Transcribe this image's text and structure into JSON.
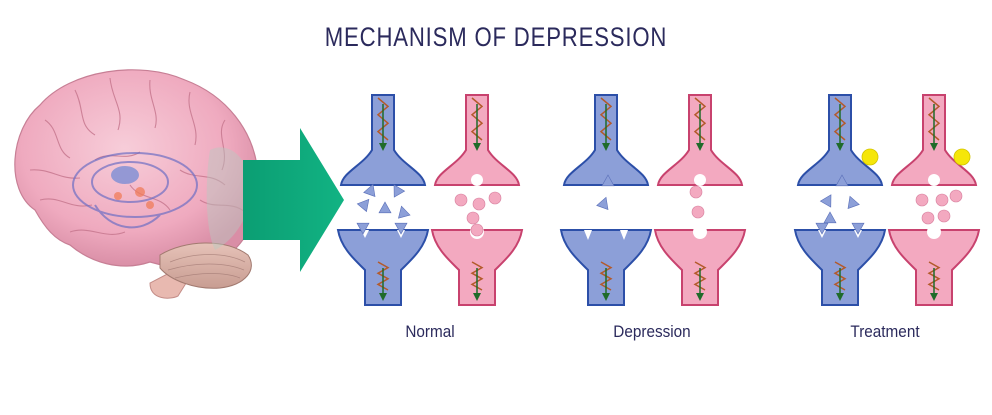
{
  "title": "MECHANISM OF DEPRESSION",
  "panels": [
    {
      "label": "Normal",
      "receptor_state": "filled",
      "pink_receptor_state": "filled",
      "drug": false
    },
    {
      "label": "Depression",
      "receptor_state": "empty",
      "pink_receptor_state": "empty",
      "drug": false
    },
    {
      "label": "Treatment",
      "receptor_state": "filled",
      "pink_receptor_state": "filled",
      "drug": true
    }
  ],
  "colors": {
    "title": "#2b2a5c",
    "blue_neuron_fill": "#8c9fd8",
    "blue_neuron_stroke": "#2c4fa8",
    "pink_neuron_fill": "#f3a9c0",
    "pink_neuron_stroke": "#c8426e",
    "arrow": "#0aa77b",
    "drug": "#f5e60a",
    "brain": "#f1b3c6"
  }
}
